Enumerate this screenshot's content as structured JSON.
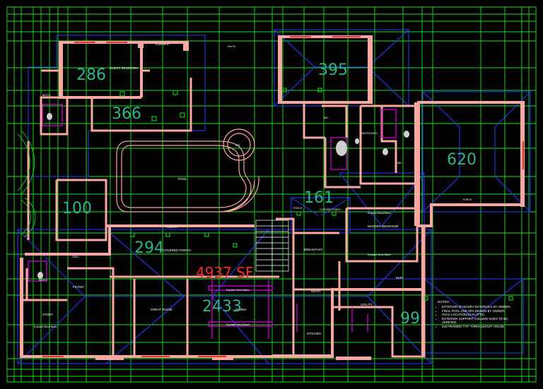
{
  "colors": {
    "background": "#000000",
    "dimension_lines": "#19e619",
    "blue_lines": "#2b3cff",
    "walls": "#f7a8a0",
    "magenta": "#e000e0",
    "area_text": "#2fb48c",
    "total_text": "#ff2a2a"
  },
  "areas": {
    "guest_bedroom": "286",
    "upper_left": "366",
    "upper_right": "395",
    "east_wing": "620",
    "west_small": "100",
    "covered_porch": "294",
    "total": "4937 SF",
    "main": "2433",
    "covered_porch_right": "161",
    "lower_right": "99"
  },
  "rooms": {
    "guest_bedroom": "GUEST BEDROOM",
    "pool": "POOL",
    "spa": "SPA",
    "covered_porch": "COVERED PORCH",
    "covered_porch_right": "COVERED PORCH",
    "master_bedroom": "MASTER BEDROOM",
    "master_bath": "MASTER BATH",
    "wic": "WIC",
    "wic2": "WIC",
    "breakfast": "BREAKFAST",
    "great_room": "GREAT ROOM",
    "dining": "DINING",
    "study": "STUDY",
    "foyer": "FOYER",
    "bath2": "BATH 2",
    "bath3": "BATH 3",
    "kitchen": "KITCHEN",
    "utility": "UTILITY",
    "mud": "MUD",
    "planter": "PLANTER",
    "pantry": "PANTRY",
    "drive": "Fire Pit",
    "porch_right": "PORCH",
    "porte_cochere": "PORCH",
    "equipment": "EQUIPMENT",
    "grill": "GRILL",
    "exposed_beams": "Exposed Wood Beam"
  },
  "notes": {
    "title": "NOTES:",
    "items": [
      "EXTERIOR MASONRY MATERIALS BY OWNER.",
      "FINAL POOL AND SPA DESIGN BY OWNER.",
      "HVAC LOCATION(S) IN ATTIC.",
      "EXTERIOR SUPPORT COLUMN SIZES TO BE VERIFIED.",
      "2x6 FRAMING TYP. THROUGHOUT HOUSE."
    ]
  }
}
